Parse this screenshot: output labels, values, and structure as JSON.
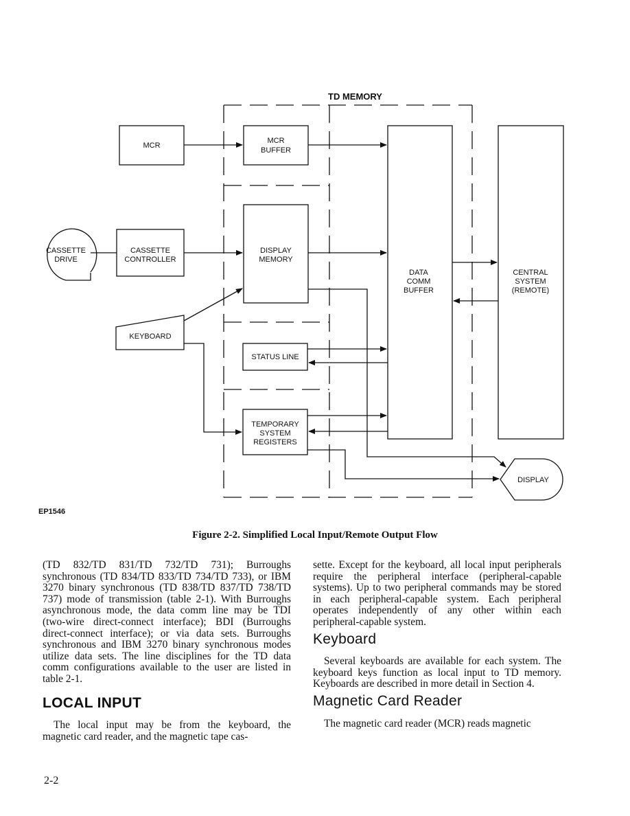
{
  "diagram": {
    "td_memory_label": "TD MEMORY",
    "mcr": "MCR",
    "mcr_buffer": [
      "MCR",
      "BUFFER"
    ],
    "cassette_drive": [
      "CASSETTE",
      "DRIVE"
    ],
    "cassette_controller": [
      "CASSETTE",
      "CONTROLLER"
    ],
    "display_memory": [
      "DISPLAY",
      "MEMORY"
    ],
    "keyboard": "KEYBOARD",
    "status_line": "STATUS LINE",
    "temporary_system_registers": [
      "TEMPORARY",
      "SYSTEM",
      "REGISTERS"
    ],
    "data_comm_buffer": [
      "DATA",
      "COMM",
      "BUFFER"
    ],
    "central_system": [
      "CENTRAL",
      "SYSTEM",
      "(REMOTE)"
    ],
    "display": "DISPLAY"
  },
  "figure_id": "EP1546",
  "caption": "Figure 2-2. Simplified Local Input/Remote Output Flow",
  "left_column": {
    "para1": "(TD 832/TD 831/TD 732/TD 731); Burroughs synchronous (TD 834/TD 833/TD 734/TD 733), or IBM 3270 binary synchronous (TD 838/TD 837/TD 738/TD 737) mode of transmission (table 2-1). With Burroughs asynchronous mode, the data comm line may be TDI (two-wire direct-connect interface); BDI (Burroughs direct-connect interface); or via data sets. Burroughs synchronous and IBM 3270 binary synchronous modes utilize data sets. The line disciplines for the TD data comm configurations available to the user are listed in table 2-1.",
    "heading": "LOCAL INPUT",
    "para2": "The local input may be from the keyboard, the magnetic card reader, and the magnetic tape cas-"
  },
  "right_column": {
    "para1": "sette. Except for the keyboard, all local input peripherals require the peripheral interface (peripheral-capable systems). Up to two peripheral commands may be stored in each peripheral-capable system. Each peripheral operates independently of any other within each peripheral-capable system.",
    "heading1": "Keyboard",
    "para2": "Several keyboards are available for each system. The keyboard keys function as local input to TD memory. Keyboards are described in more detail in Section 4.",
    "heading2": "Magnetic Card Reader",
    "para3": "The magnetic card reader (MCR) reads magnetic"
  },
  "page_number": "2-2"
}
